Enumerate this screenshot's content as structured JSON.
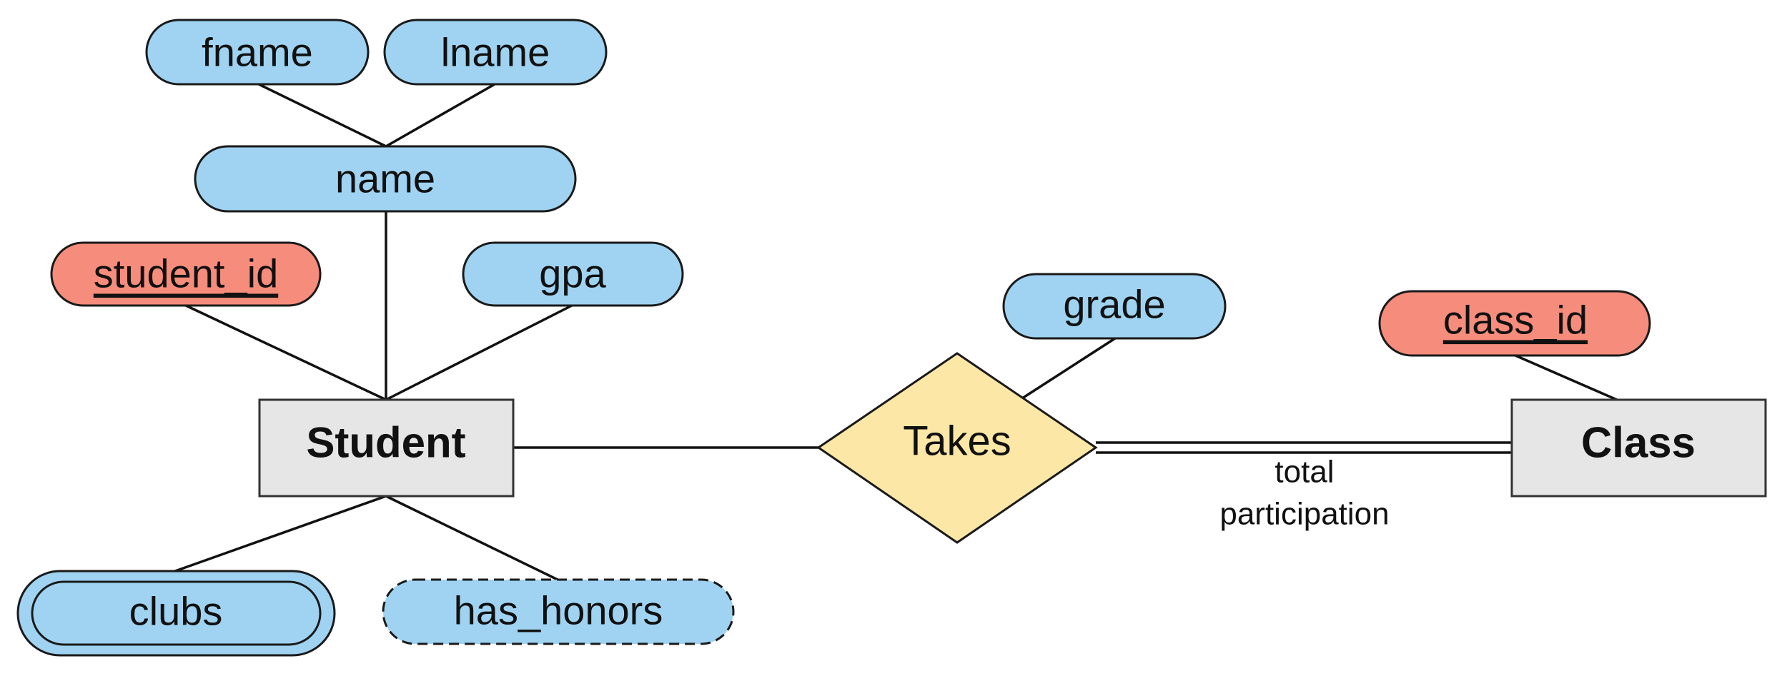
{
  "colors": {
    "attribute_fill": "#9fd3f1",
    "key_attribute_fill": "#f68c7c",
    "entity_fill": "#e6e6e6",
    "relationship_fill": "#fde7a6",
    "line": "#111111"
  },
  "entities": {
    "student": "Student",
    "class": "Class"
  },
  "relationship": {
    "takes": "Takes"
  },
  "attributes": {
    "fname": "fname",
    "lname": "lname",
    "name": "name",
    "student_id": "student_id",
    "gpa": "gpa",
    "clubs": "clubs",
    "has_honors": "has_honors",
    "grade": "grade",
    "class_id": "class_id"
  },
  "annotation": {
    "line1": "total",
    "line2": "participation"
  }
}
